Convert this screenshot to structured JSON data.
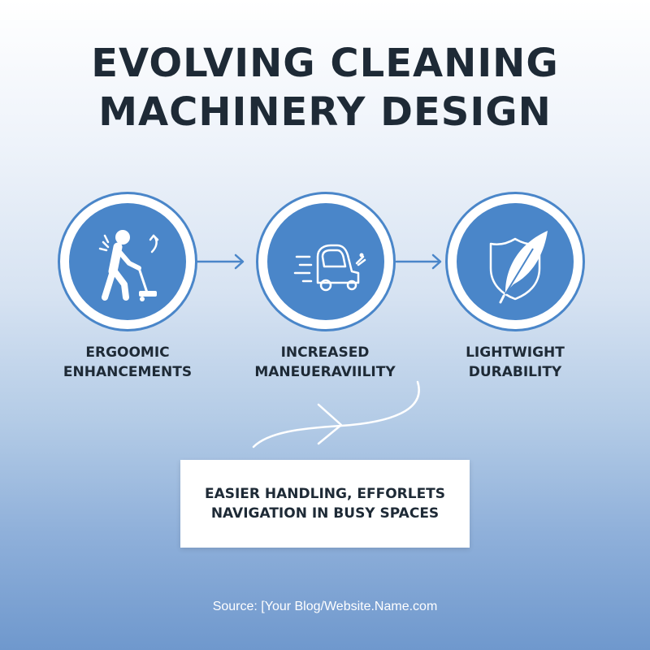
{
  "title": {
    "line1": "EVOLVING CLEANING",
    "line2": "MACHINERY DESIGN"
  },
  "steps": [
    {
      "label_line1": "ERGOOMIC",
      "label_line2": "ENHANCEMENTS",
      "icon": "person-pushing-floor-scrubber-icon"
    },
    {
      "label_line1": "INCREASED",
      "label_line2": "MANEUERAVIILITY",
      "icon": "ride-on-scrubber-icon"
    },
    {
      "label_line1": "LIGHTWIGHT",
      "label_line2": "DURABILITY",
      "icon": "feather-shield-icon"
    }
  ],
  "callout": {
    "line1": "EASIER HANDLING, EFFORLETS",
    "line2": "NAVIGATION IN BUSY SPACES"
  },
  "source": "Source: [Your Blog/Website.Name.com",
  "colors": {
    "accent": "#4a86c9",
    "text": "#1e2a36",
    "background_bottom": "#6f98cd"
  }
}
